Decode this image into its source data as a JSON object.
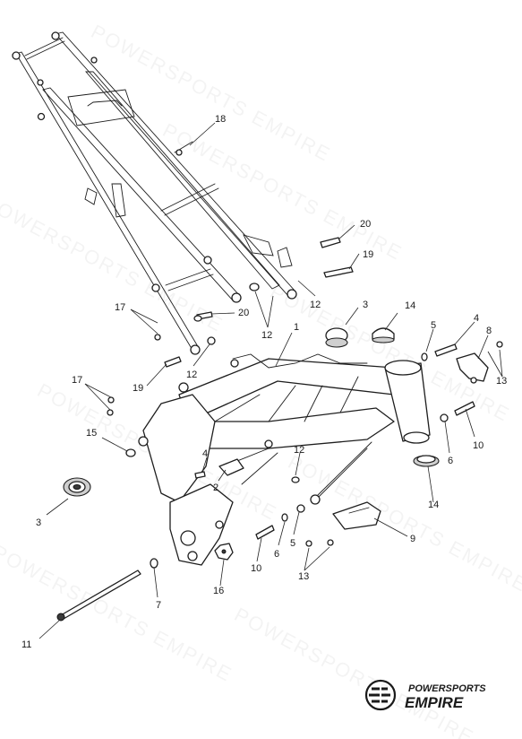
{
  "watermark": {
    "text": "POWERSPORTS EMPIRE"
  },
  "brand": {
    "line1": "POWERSPORTS",
    "line2": "EMPIRE",
    "mark": "PE-logo-icon"
  },
  "callouts": [
    {
      "id": "c1",
      "label": "1"
    },
    {
      "id": "c2",
      "label": "2"
    },
    {
      "id": "c3a",
      "label": "3"
    },
    {
      "id": "c3b",
      "label": "3"
    },
    {
      "id": "c4a",
      "label": "4"
    },
    {
      "id": "c4b",
      "label": "4"
    },
    {
      "id": "c5a",
      "label": "5"
    },
    {
      "id": "c5b",
      "label": "5"
    },
    {
      "id": "c6a",
      "label": "6"
    },
    {
      "id": "c6b",
      "label": "6"
    },
    {
      "id": "c7",
      "label": "7"
    },
    {
      "id": "c8",
      "label": "8"
    },
    {
      "id": "c9",
      "label": "9"
    },
    {
      "id": "c10a",
      "label": "10"
    },
    {
      "id": "c10b",
      "label": "10"
    },
    {
      "id": "c11",
      "label": "11"
    },
    {
      "id": "c12a",
      "label": "12"
    },
    {
      "id": "c12b",
      "label": "12"
    },
    {
      "id": "c12c",
      "label": "12"
    },
    {
      "id": "c12d",
      "label": "12"
    },
    {
      "id": "c13a",
      "label": "13"
    },
    {
      "id": "c13b",
      "label": "13"
    },
    {
      "id": "c14a",
      "label": "14"
    },
    {
      "id": "c14b",
      "label": "14"
    },
    {
      "id": "c15",
      "label": "15"
    },
    {
      "id": "c16",
      "label": "16"
    },
    {
      "id": "c17a",
      "label": "17"
    },
    {
      "id": "c17b",
      "label": "17"
    },
    {
      "id": "c18",
      "label": "18"
    },
    {
      "id": "c19a",
      "label": "19"
    },
    {
      "id": "c19b",
      "label": "19"
    },
    {
      "id": "c20a",
      "label": "20"
    },
    {
      "id": "c20b",
      "label": "20"
    }
  ]
}
